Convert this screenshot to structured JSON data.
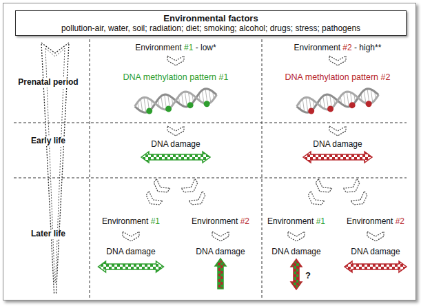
{
  "diagram": {
    "nodes": [
      {
        "text": [
          "Environmental factors",
          "pollution-air, water, soil; radiation; diet; smoking; alcohol; drugs; stress; pathogens"
        ]
      }
    ],
    "labels": [
      "Prenatal period",
      "Environment #1 - low*",
      "Environment #2 - high**",
      "DNA methylation pattern #1",
      "DNA methylation pattern #2",
      "Early life",
      "DNA damage",
      "DNA damage",
      "Later life",
      "Environment #1",
      "Environment #2",
      "Environment #1",
      "Environment #2",
      "DNA damage",
      "DNA damage",
      "DNA damage",
      "DNA damage",
      "?"
    ]
  }
}
